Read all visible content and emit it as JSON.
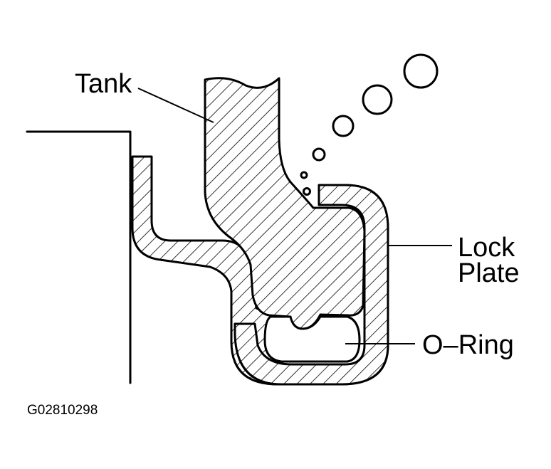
{
  "labels": {
    "tank": "Tank",
    "lock_plate_line1": "Lock",
    "lock_plate_line2": "Plate",
    "o_ring": "O–Ring"
  },
  "figure_code": "G02810298",
  "colors": {
    "ink": "#000000",
    "background": "#ffffff"
  }
}
